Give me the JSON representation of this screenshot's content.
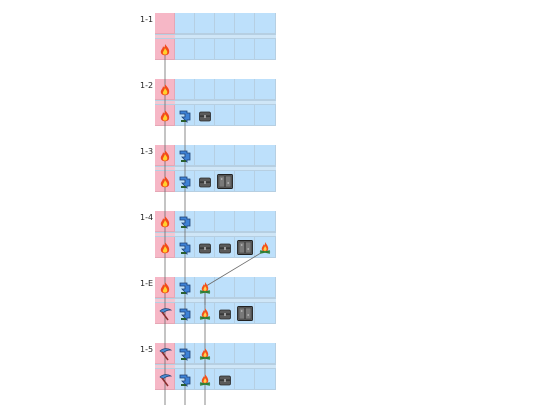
{
  "levels": [
    {
      "label": "1-1",
      "top": [],
      "bottom": [
        "flame"
      ]
    },
    {
      "label": "1-2",
      "top": [
        "flame"
      ],
      "bottom": [
        "flame",
        "arrow",
        "chest"
      ]
    },
    {
      "label": "1-3",
      "top": [
        "flame",
        "arrow"
      ],
      "bottom": [
        "flame",
        "arrow",
        "chest",
        "cabinet"
      ]
    },
    {
      "label": "1-4",
      "top": [
        "flame",
        "arrow"
      ],
      "bottom": [
        "flame",
        "arrow",
        "chest",
        "chest",
        "cabinet",
        "campfire"
      ]
    },
    {
      "label": "1-E",
      "top": [
        "flame",
        "arrow",
        "campfire"
      ],
      "bottom": [
        "scythe",
        "arrow",
        "campfire",
        "chest",
        "cabinet"
      ]
    },
    {
      "label": "1-5",
      "top": [
        "scythe",
        "arrow",
        "campfire"
      ],
      "bottom": [
        "scythe",
        "arrow",
        "campfire",
        "chest"
      ]
    }
  ],
  "colors": {
    "start_column": "#f6b7c6",
    "grid": "#bde0fb",
    "link_line": "#6b6b6b"
  },
  "icons": {
    "flame": "fire-icon",
    "arrow": "blue-arrow-icon",
    "chest": "treasure-chest-icon",
    "cabinet": "iron-cabinet-icon",
    "campfire": "campfire-icon",
    "scythe": "scythe-icon"
  }
}
